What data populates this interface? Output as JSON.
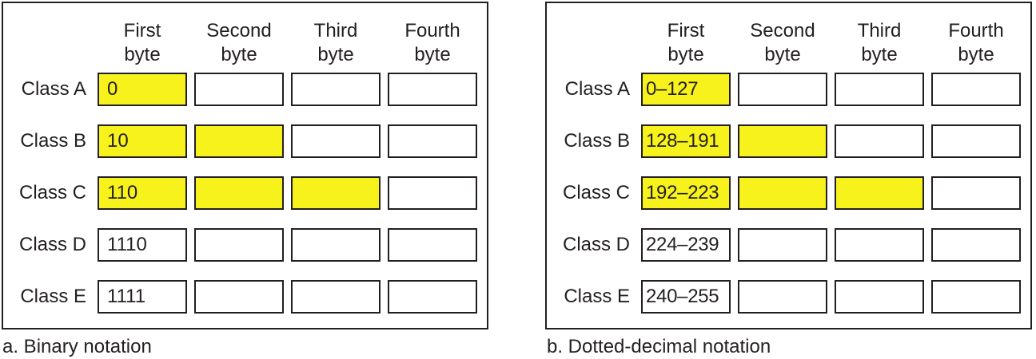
{
  "colors": {
    "highlight": "#f7f21b",
    "stroke": "#231f20",
    "background": "#ffffff"
  },
  "panels": [
    {
      "caption": "a. Binary notation",
      "headers": [
        {
          "l1": "First",
          "l2": "byte"
        },
        {
          "l1": "Second",
          "l2": "byte"
        },
        {
          "l1": "Third",
          "l2": "byte"
        },
        {
          "l1": "Fourth",
          "l2": "byte"
        }
      ],
      "rows": [
        {
          "label": "Class A",
          "value": "0",
          "highlighted_bytes": 1
        },
        {
          "label": "Class B",
          "value": "10",
          "highlighted_bytes": 2
        },
        {
          "label": "Class C",
          "value": "110",
          "highlighted_bytes": 3
        },
        {
          "label": "Class D",
          "value": "1110",
          "highlighted_bytes": 0
        },
        {
          "label": "Class E",
          "value": "1111",
          "highlighted_bytes": 0
        }
      ]
    },
    {
      "caption": "b. Dotted-decimal notation",
      "headers": [
        {
          "l1": "First",
          "l2": "byte"
        },
        {
          "l1": "Second",
          "l2": "byte"
        },
        {
          "l1": "Third",
          "l2": "byte"
        },
        {
          "l1": "Fourth",
          "l2": "byte"
        }
      ],
      "rows": [
        {
          "label": "Class A",
          "value": "0–127",
          "highlighted_bytes": 1
        },
        {
          "label": "Class B",
          "value": "128–191",
          "highlighted_bytes": 2
        },
        {
          "label": "Class C",
          "value": "192–223",
          "highlighted_bytes": 3
        },
        {
          "label": "Class D",
          "value": "224–239",
          "highlighted_bytes": 0
        },
        {
          "label": "Class E",
          "value": "240–255",
          "highlighted_bytes": 0
        }
      ]
    }
  ]
}
